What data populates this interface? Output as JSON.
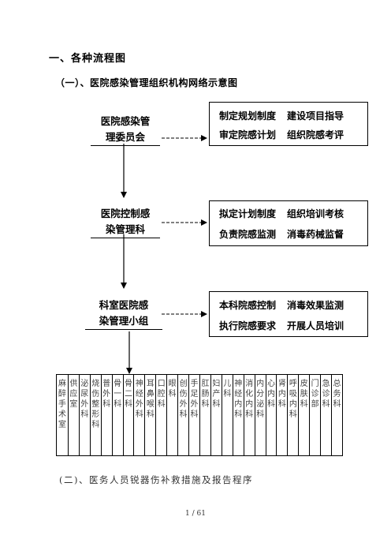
{
  "heading1": "一、各种流程图",
  "heading2": "（一）、医院感染管理组织机构网络示意图",
  "levels": [
    {
      "label_line1": "医院感染管",
      "label_line2": "理委员会",
      "duties": [
        [
          "制定规划制度",
          "建设项目指导"
        ],
        [
          "审定院感计划",
          "组织院感考评"
        ]
      ]
    },
    {
      "label_line1": "医院控制感",
      "label_line2": "染管理科",
      "duties": [
        [
          "拟定计划制度",
          "组织培训考核"
        ],
        [
          "负责院感监测",
          "消毒药械监督"
        ]
      ]
    },
    {
      "label_line1": "科室医院感",
      "label_line2": "染管理小组",
      "duties": [
        [
          "本科院感控制",
          "消毒效果监测"
        ],
        [
          "执行院感要求",
          "开展人员培训"
        ]
      ]
    }
  ],
  "departments": [
    "麻醉手术室",
    "供应室",
    "泌尿外科",
    "烧伤整形科",
    "普外科",
    "骨一科",
    "骨二科",
    "神经外科",
    "耳鼻喉科",
    "口腔科",
    "眼科",
    "创伤外科",
    "手足外科",
    "肛肠科",
    "妇产科",
    "儿科",
    "神经内科",
    "消化内科",
    "内分泌科",
    "心内科",
    "肾内科",
    "呼吸内科",
    "皮肤科",
    "门诊部",
    "急诊科",
    "总务科"
  ],
  "subheading": "(二)、医务人员锐器伤补救措施及报告程序",
  "page_number": "1 / 61"
}
